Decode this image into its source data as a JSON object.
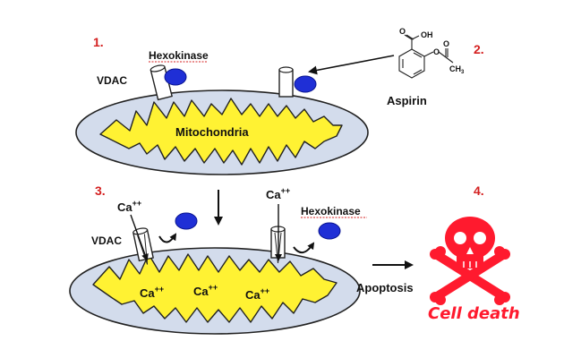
{
  "steps": [
    "1.",
    "2.",
    "3.",
    "4."
  ],
  "labels": {
    "hexokinase": "Hexokinase",
    "vdac": "VDAC",
    "mitochondria": "Mitochondria",
    "aspirin": "Aspirin",
    "apoptosis": "Apoptosis",
    "cell_death": "Cell death",
    "calcium_base": "Ca",
    "calcium_charge": "++"
  },
  "molecule": {
    "carboxyl_O": "O",
    "carboxyl_OH": "OH",
    "ester_O": "O",
    "acetyl_O": "O",
    "methyl": "CH",
    "methyl_sub": "3"
  },
  "colors": {
    "number": "#d42020",
    "membrane_fill": "#d3dcec",
    "matrix_fill": "#fff233",
    "hexokinase_fill": "#1f2fd6",
    "skull": "#ff1a2e",
    "cell_death_text": "#ff1a2e"
  },
  "icons": [
    "hexokinase-icon",
    "vdac-channel-icon",
    "skull-crossbones-icon",
    "aspirin-molecule-icon"
  ]
}
